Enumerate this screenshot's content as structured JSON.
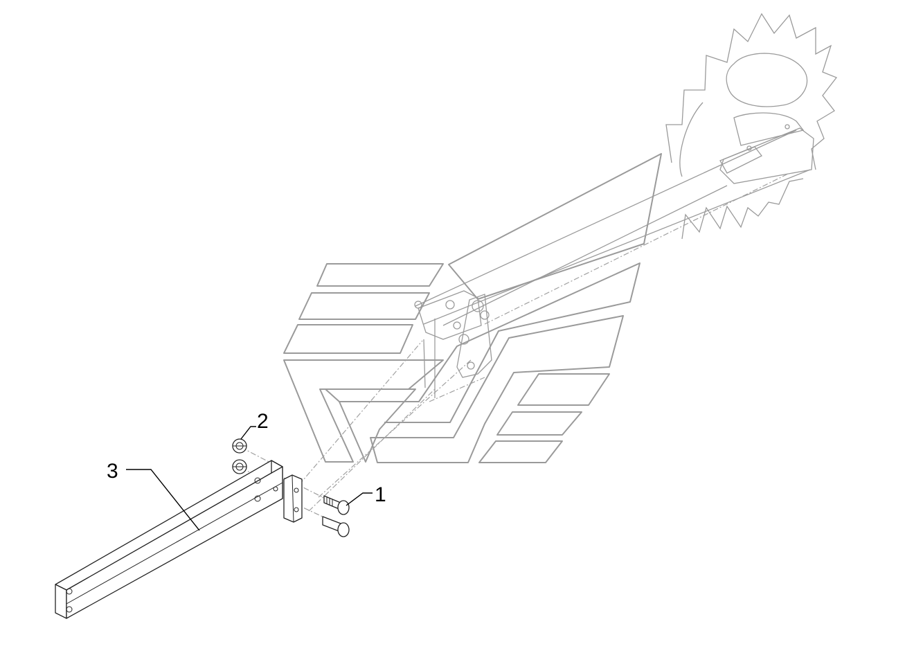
{
  "callouts": [
    {
      "id": "1",
      "label": "1"
    },
    {
      "id": "2",
      "label": "2"
    },
    {
      "id": "3",
      "label": "3"
    }
  ],
  "colors": {
    "background": "#ffffff",
    "ghost_assembly": "#9a9a9a",
    "parts": "#222222",
    "labels": "#000000"
  }
}
